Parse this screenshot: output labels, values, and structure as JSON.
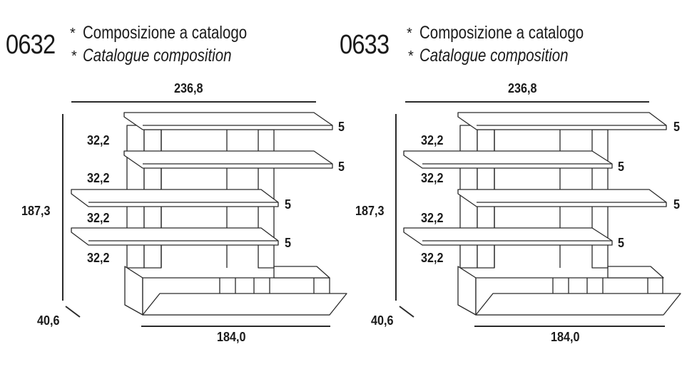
{
  "compositions": [
    {
      "code": "0632",
      "title_it": "Composizione a catalogo",
      "title_en": "Catalogue composition",
      "asterisk": "*",
      "dims": {
        "width": "236,8",
        "height": "187,3",
        "depth": "40,6",
        "base_width": "184,0",
        "shelf_gaps": [
          "32,2",
          "32,2",
          "32,2",
          "32,2"
        ],
        "shelf_thickness": [
          "5",
          "5",
          "5",
          "5"
        ]
      }
    },
    {
      "code": "0633",
      "title_it": "Composizione a catalogo",
      "title_en": "Catalogue composition",
      "asterisk": "*",
      "dims": {
        "width": "236,8",
        "height": "187,3",
        "depth": "40,6",
        "base_width": "184,0",
        "shelf_gaps": [
          "32,2",
          "32,2",
          "32,2",
          "32,2"
        ],
        "shelf_thickness": [
          "5",
          "5",
          "5",
          "5"
        ]
      }
    }
  ],
  "colors": {
    "line": "#2a2a2a",
    "text": "#1a1a1a",
    "background": "#ffffff"
  }
}
